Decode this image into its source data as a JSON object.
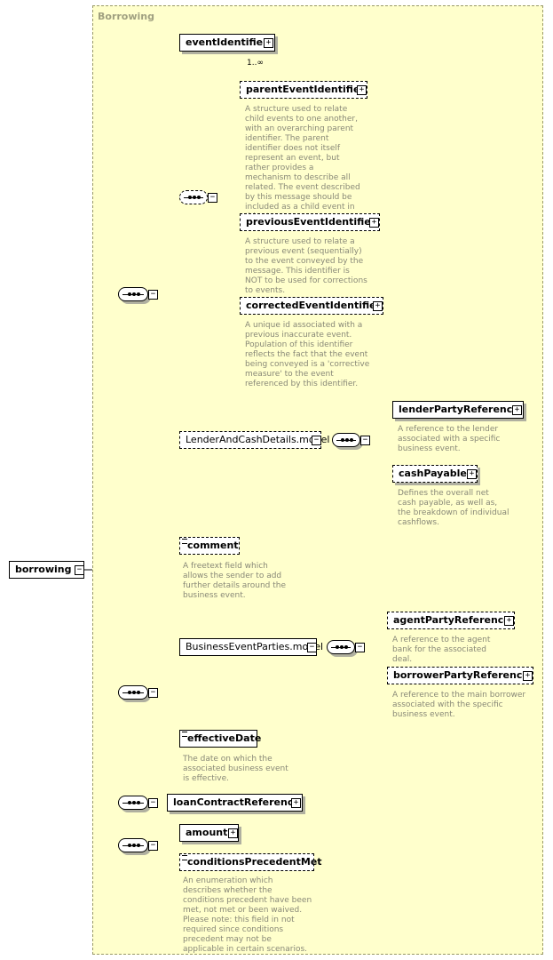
{
  "panel": {
    "title": "Borrowing"
  },
  "root": {
    "label": "borrowing"
  },
  "elements": {
    "eventIdentifier": "eventIdentifier",
    "eventIdentifier_card": "1..∞",
    "parentEventIdentifier": "parentEventIdentifier",
    "previousEventIdentifier": "previousEventIdentifier",
    "correctedEventIdentifier": "correctedEventIdentifier",
    "lenderAndCash": "LenderAndCashDetails.model",
    "lenderPartyReference": "lenderPartyReference",
    "cashPayable": "cashPayable",
    "comment": "comment",
    "businessEventParties": "BusinessEventParties.model",
    "agentPartyReference": "agentPartyReference",
    "borrowerPartyReference": "borrowerPartyReference",
    "effectiveDate": "effectiveDate",
    "loanContractReference": "loanContractReference",
    "amount": "amount",
    "conditionsPrecedentMet": "conditionsPrecedentMet"
  },
  "docs": {
    "parentEventIdentifier": "A structure used to relate child events to one another, with an overarching parent identifier. The parent identifier does not itself represent an event, but rather provides a mechanism to describe all related. The event described by this message should be included as a child event in this structure.",
    "previousEventIdentifier": "A structure used to relate a previous event (sequentially) to the event conveyed by the message. This identifier is NOT to be used for corrections to events.",
    "correctedEventIdentifier": "A unique id associated with a previous inaccurate event. Population of this identifier reflects the fact that the event being conveyed is a 'corrective measure' to the event referenced by this identifier.",
    "lenderPartyReference": "A reference to the lender associated with a specific business event.",
    "cashPayable": "Defines the overall net cash payable, as well as, the breakdown of individual cashflows.",
    "comment": "A freetext field which allows the sender to add further details around the business event.",
    "agentPartyReference": "A reference to the agent bank for the associated deal.",
    "borrowerPartyReference": "A reference to the main borrower associated with the specific business event.",
    "effectiveDate": "The date on which the associated business event is effective.",
    "conditionsPrecedentMet": "An enumeration which describes whether the conditions precedent have been met, not met or been waived. Please note: this field in not required since conditions precedent may not be applicable in certain scenarios."
  }
}
